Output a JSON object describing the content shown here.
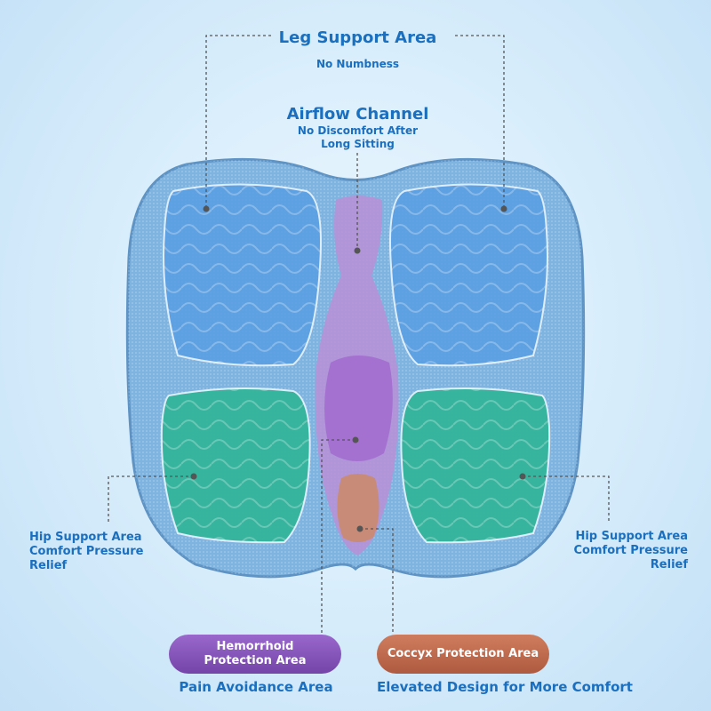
{
  "labels": {
    "leg_title": "Leg Support Area",
    "leg_sub": "No Numbness",
    "airflow_title": "Airflow Channel",
    "airflow_sub_1": "No Discomfort After",
    "airflow_sub_2": "Long Sitting",
    "hip_left_1": "Hip Support Area",
    "hip_left_2": "Comfort Pressure",
    "hip_left_3": "Relief",
    "hip_right_1": "Hip Support Area",
    "hip_right_2": "Comfort Pressure",
    "hip_right_3": "Relief",
    "hemorrhoid_1": "Hemorrhoid",
    "hemorrhoid_2": "Protection Area",
    "coccyx": "Coccyx Protection Area",
    "pain_caption": "Pain Avoidance Area",
    "elevated_caption": "Elevated Design for More Comfort"
  },
  "colors": {
    "accent_text": "#1a6fbf",
    "cushion_base": "#7fb4e0",
    "leg_zone": "#5b9fe3",
    "hip_zone": "#2fb596",
    "channel": "#b98fd6",
    "hemorrhoid_zone": "#a46fd0",
    "coccyx_zone": "#c98a72",
    "hemorrhoid_pill": "#7d4bb0",
    "coccyx_pill": "#b8654a"
  }
}
